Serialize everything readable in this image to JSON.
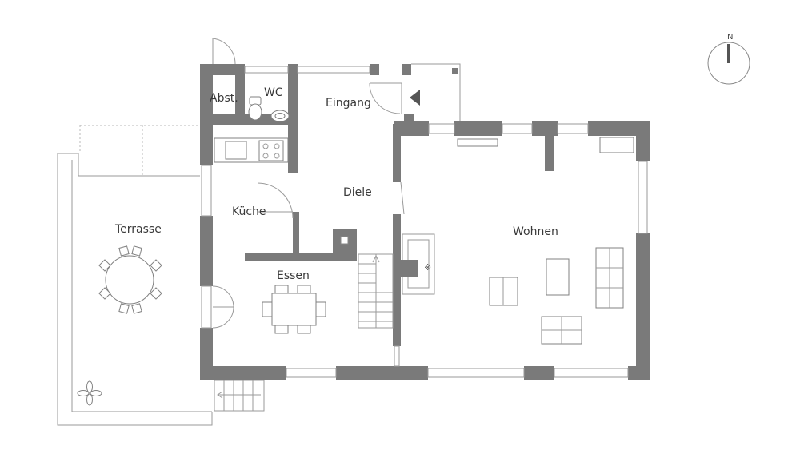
{
  "rooms": {
    "abst": "Abst.",
    "wc": "WC",
    "eingang": "Eingang",
    "diele": "Diele",
    "kueche": "Küche",
    "terrasse": "Terrasse",
    "essen": "Essen",
    "wohnen": "Wohnen"
  },
  "compass": {
    "label": "N"
  },
  "colors": {
    "wall": "#7a7a7a",
    "line": "#9a9a9a",
    "text": "#3a3a3a"
  }
}
